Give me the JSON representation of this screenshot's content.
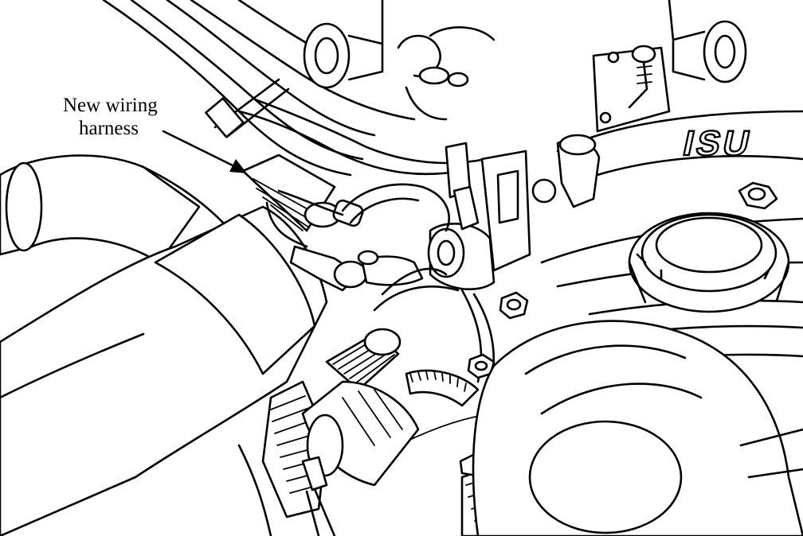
{
  "callout": {
    "line1": "New wiring",
    "line2": "harness"
  },
  "engine_cover": {
    "brand_lettering": "ISU"
  }
}
